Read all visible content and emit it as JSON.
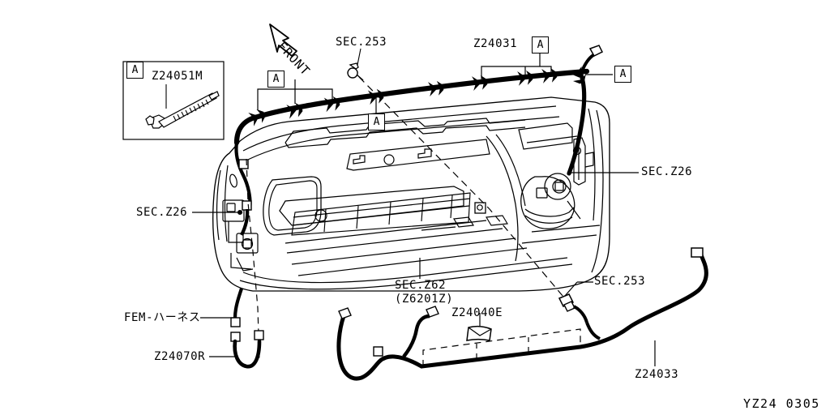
{
  "sheet": {
    "code": "YZ24  0305",
    "orientation_label": "FRONT"
  },
  "inset": {
    "callout": "A",
    "part_number": "Z24051M"
  },
  "callouts": [
    {
      "id": "a-left-1",
      "label": "A"
    },
    {
      "id": "a-mid-1",
      "label": "A"
    },
    {
      "id": "a-top-right",
      "label": "A"
    },
    {
      "id": "a-far-right",
      "label": "A"
    }
  ],
  "labels": {
    "sec_253_top": "SEC.253",
    "harness_main": "Z24031",
    "sec_z26_left": "SEC.Z26",
    "sec_z26_right": "SEC.Z26",
    "sec_z62": "SEC.Z62",
    "sec_z62_sub": "(Z6201Z)",
    "fem_harness": "FEM-ハーネス",
    "z24070r": "Z24070R",
    "z24040e": "Z24040E",
    "sec_253_lower": "SEC.253",
    "z24033": "Z24033"
  },
  "colors": {
    "line": "#000000",
    "background": "#ffffff"
  }
}
